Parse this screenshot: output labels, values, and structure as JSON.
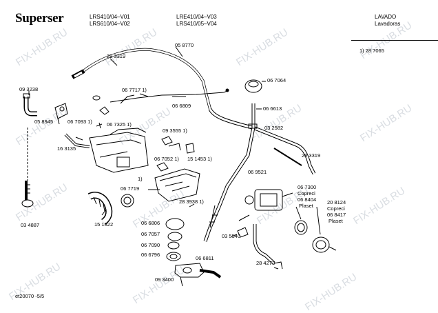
{
  "header": {
    "brand": "Superser",
    "models_col1": [
      "LRS410/04–V01",
      "LRS610/04–V02"
    ],
    "models_col2": [
      "LRE410/04–V03",
      "LRS410/05–V04"
    ],
    "category": "LAVADO",
    "subcategory": "Lavadoras"
  },
  "note": "1) 28 7065",
  "footer": {
    "ref": "et20070 -5/5"
  },
  "watermark": "FIX-HUB.RU",
  "parts": [
    "05 8770",
    "28 3319",
    "09 3238",
    "06 7717 1)",
    "06 6809",
    "06 7064",
    "05 8945",
    "06 7093 1)",
    "06 7325 1)",
    "06 6613",
    "03 2582",
    "09 3555 1)",
    "16 3135",
    "28 3319",
    "06 7052 1)",
    "15 1453 1)",
    "1)",
    "06 9521",
    "06 7300",
    "Copreci",
    "06 8404",
    "Plaset",
    "20 8124",
    "Copreci",
    "06 8417",
    "Plaset",
    "06 7719",
    "28 3938 1)",
    "03 4887",
    "15 1822",
    "06 6806",
    "06 7057",
    "06 7090",
    "06 6796",
    "03 5540",
    "28 4273",
    "06 6811",
    "09 3400"
  ]
}
